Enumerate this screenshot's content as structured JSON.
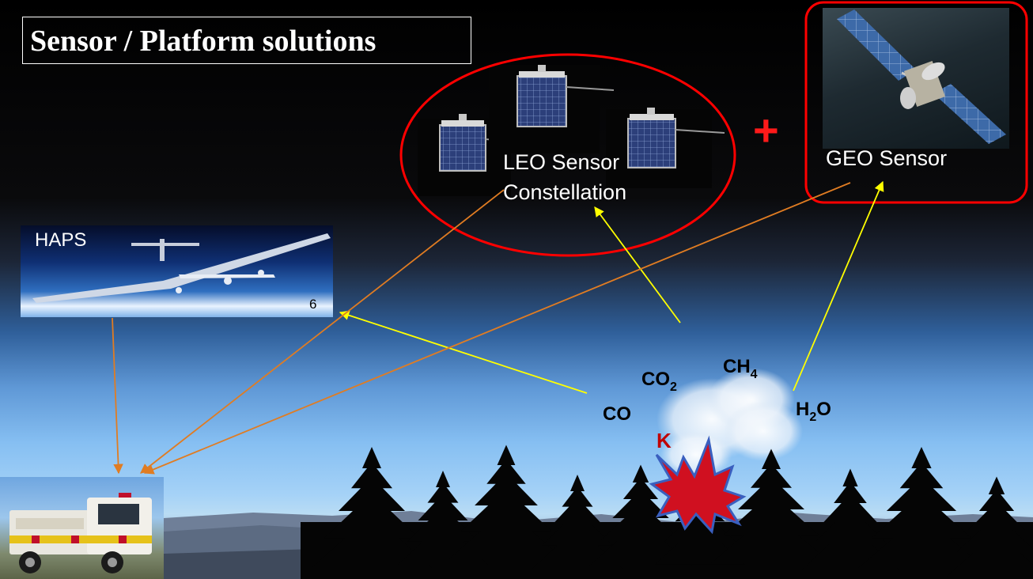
{
  "title": "Sensor / Platform solutions",
  "platforms": {
    "leo": {
      "line1": "LEO Sensor",
      "line2": "Constellation"
    },
    "geo": {
      "label": "GEO Sensor"
    },
    "haps": {
      "label": "HAPS",
      "number": "6"
    },
    "plus_sign": "+"
  },
  "gases": {
    "co": "CO",
    "co2": {
      "base": "CO",
      "sub": "2"
    },
    "ch4": {
      "base": "CH",
      "sub": "4"
    },
    "h2o": {
      "base": "H",
      "sub": "2",
      "tail": "O"
    },
    "k": "K"
  },
  "colors": {
    "sensor_arrow": "#ffff00",
    "data_arrow": "#e07c22",
    "highlight_ring": "#ff0000",
    "fire": "#d01020"
  }
}
